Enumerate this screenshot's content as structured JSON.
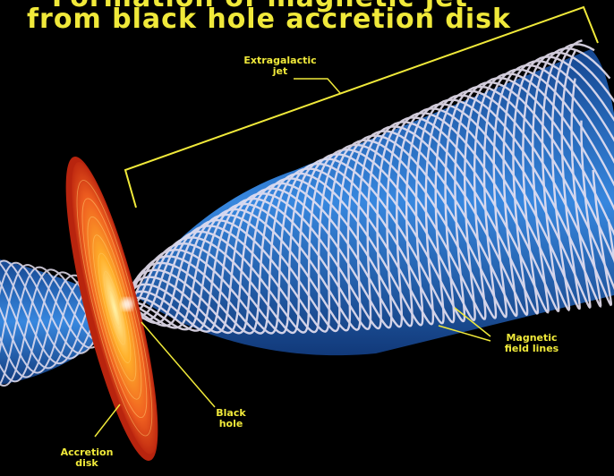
{
  "title": {
    "line1": "Formation of magnetic jet",
    "line2": "from black hole accretion disk"
  },
  "labels": {
    "jet": "Extragalactic\njet",
    "field": "Magnetic\nfield lines",
    "hole": "Black\nhole",
    "disk": "Accretion\ndisk"
  },
  "colors": {
    "background": "#000000",
    "label": "#f0e93a",
    "jet_body": "#2a78d8",
    "field_lines": "#e8e2f2",
    "disk_outer": "#e2401e",
    "disk_inner": "#ffb02a"
  }
}
